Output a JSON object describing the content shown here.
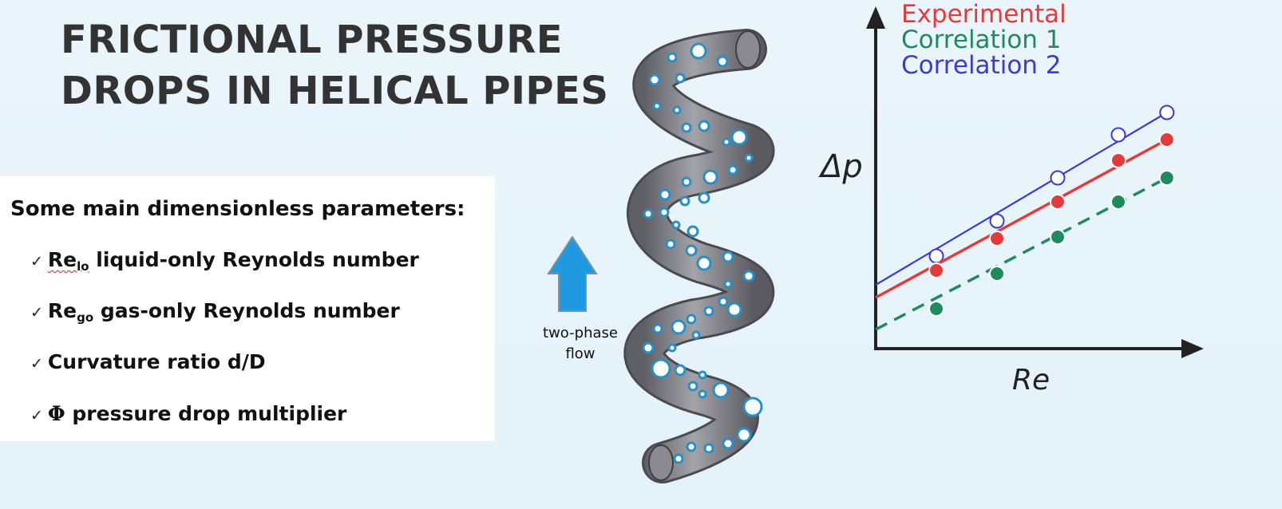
{
  "title": {
    "line1": "FRICTIONAL PRESSURE",
    "line2": "DROPS IN HELICAL PIPES"
  },
  "parameters": {
    "heading": "Some main dimensionless parameters:",
    "check_mark": "✓",
    "items": [
      {
        "symbol": "Re",
        "subscript": "lo",
        "text": " liquid-only Reynolds number"
      },
      {
        "symbol": "Re",
        "subscript": "go",
        "text": " gas-only Reynolds number"
      },
      {
        "symbol": "",
        "subscript": "",
        "text": "Curvature ratio d/D"
      },
      {
        "symbol": "Φ",
        "subscript": "",
        "text": " pressure drop multiplier"
      }
    ]
  },
  "flow": {
    "label_line1": "two-phase",
    "label_line2": "flow",
    "arrow_color": "#1e9be0"
  },
  "pipe": {
    "body_color": "#7c7c82",
    "bubble_color": "#2a8fc4"
  },
  "chart_data": {
    "type": "line",
    "xlabel": "Re",
    "ylabel": "Δp",
    "axis_ticks": false,
    "grid": false,
    "legend_position": "top-right",
    "series": [
      {
        "name": "Experimental",
        "color": "#e23b3b",
        "marker": "filled-circle",
        "line": "solid",
        "points": [
          [
            1,
            2.45
          ],
          [
            2,
            3.45
          ],
          [
            3,
            4.6
          ],
          [
            4,
            5.9
          ],
          [
            4.8,
            6.55
          ]
        ]
      },
      {
        "name": "Correlation 1",
        "color": "#1f8a5e",
        "marker": "filled-circle",
        "line": "dashed",
        "points": [
          [
            1,
            1.25
          ],
          [
            2,
            2.35
          ],
          [
            3,
            3.5
          ],
          [
            4,
            4.6
          ],
          [
            4.8,
            5.35
          ]
        ]
      },
      {
        "name": "Correlation 2",
        "color": "#3b3bd1",
        "marker": "open-circle",
        "line": "solid",
        "points": [
          [
            1,
            2.9
          ],
          [
            2,
            4.0
          ],
          [
            3,
            5.35
          ],
          [
            4,
            6.7
          ],
          [
            4.8,
            7.4
          ]
        ]
      }
    ],
    "fit_lines": [
      {
        "series": "Experimental",
        "from": [
          0,
          1.6
        ],
        "to": [
          4.8,
          6.55
        ]
      },
      {
        "series": "Correlation 1",
        "from": [
          0,
          0.6
        ],
        "to": [
          4.8,
          5.35
        ]
      },
      {
        "series": "Correlation 2",
        "from": [
          0,
          2.0
        ],
        "to": [
          4.8,
          7.4
        ]
      }
    ],
    "xlim": [
      0,
      5.5
    ],
    "ylim": [
      0,
      9.2
    ]
  }
}
